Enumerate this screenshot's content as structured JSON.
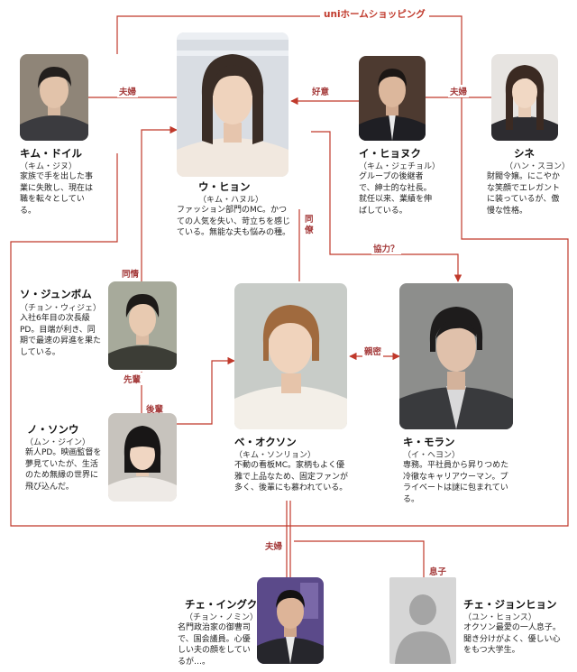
{
  "banner": "uniホームショッピング",
  "relations": {
    "kim_fuufu": "夫婦",
    "kouijou": "好意",
    "shine_fuufu": "夫婦",
    "douryou": "同僚",
    "kyouryoku": "協力？",
    "doujou": "同情",
    "shinmitsu": "親密",
    "senpai": "先輩",
    "kouhai": "後輩",
    "choi_fuufu": "夫婦",
    "musuko": "息子"
  },
  "characters": {
    "kim_doil": {
      "name": "キム・ドイル",
      "actor": "（キム・ジヌ）",
      "desc": "家族で手を出した事業に失敗し、現在は職を転々としている。"
    },
    "u_hyon": {
      "name": "ウ・ヒョン",
      "actor": "（キム・ハヌル）",
      "desc": "ファッション部門のMC。かつての人気を失い、苛立ちを感じている。無能な夫も悩みの種。"
    },
    "i_hyonuk": {
      "name": "イ・ヒョヌク",
      "actor": "（キム・ジェチョル）",
      "desc": "グループの後継者で、紳士的な社長。就任以来、業績を伸ばしている。"
    },
    "shine": {
      "name": "シネ",
      "actor": "（ハン・スヨン）",
      "desc": "財閥令嬢。にこやかな笑顔でエレガントに装っているが、傲慢な性格。"
    },
    "so_junbom": {
      "name": "ソ・ジュンボム",
      "actor": "（チョン・ウィジェ）",
      "desc": "入社6年目の次長級PD。目端が利き、同期で最速の昇進を果たしている。"
    },
    "be_okson": {
      "name": "ベ・オクソン",
      "actor": "（キム・ソンリョン）",
      "desc": "不動の看板MC。家柄もよく優雅で上品なため、固定ファンが多く、後輩にも慕われている。"
    },
    "ki_moran": {
      "name": "キ・モラン",
      "actor": "（イ・ヘヨン）",
      "desc": "専務。平社員から昇りつめた冷徹なキャリアウーマン。プライベートは謎に包まれている。"
    },
    "no_sonu": {
      "name": "ノ・ソンウ",
      "actor": "（ムン・ジイン）",
      "desc": "新人PD。映画監督を夢見ていたが、生活のため無縁の世界に飛び込んだ。"
    },
    "che_inguk": {
      "name": "チェ・イングク",
      "actor": "（チョン・ノミン）",
      "desc": "名門政治家の御曹司で、国会議員。心優しい夫の顔をしているが…。"
    },
    "che_jonhyon": {
      "name": "チェ・ジョンヒョン",
      "actor": "（ユン・ヒョンス）",
      "desc": "オクソン最愛の一人息子。聞き分けがよく、優しい心をもつ大学生。"
    }
  },
  "colors": {
    "line": "#c0392b",
    "label": "#a43a3a",
    "placeholder_bg": "#d6d6d6",
    "placeholder_fg": "#a5a5a5"
  }
}
